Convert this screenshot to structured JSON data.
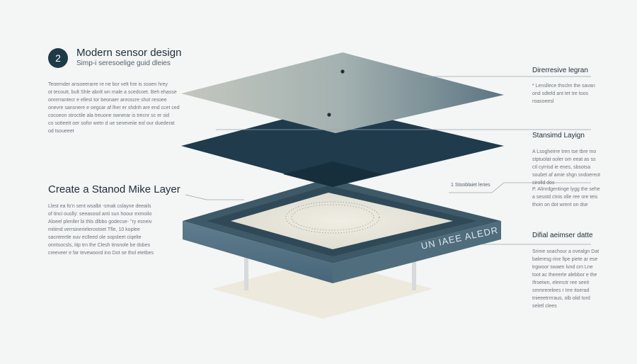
{
  "header": {
    "step_number": "2",
    "title": "Modern sensor design",
    "subtitle": "Simp-i seresoelige guid dleies"
  },
  "intro_paragraph": [
    "Teoemder ansoeerarre re ne bor velt hre is ssoen hrey",
    "ot tecoutt, bult Shle abnlt wn male a scedcoet. Beh ehasse",
    "onrerrantecr e ellest tor beonaer anroscre shot resoee",
    "onevre sansnere e oegcar af lher er shdnh are end ccet ced",
    "cocoeon stroctile ala treuone swnerar is trecnr sc er sid",
    "co sotteett oer sofor wetn d ue seneveiie eol our duederat",
    "od tsoueeet"
  ],
  "section": {
    "title": "Create a Stanod Mike Layer",
    "paragraph": [
      "Llest ea fo’n sent  wsalbt -smak cslayne deeails",
      "of tinci ouslly: seeasosd anti sun hoour exmoilo",
      "Aloeel plenller bi thls dlbbo godecse- \"ry esneiv",
      "mitimd verrsinerielerostoet Tfle, 10  koplee",
      "sacntrertle ouv eclleed ole sopsleet ciqelte",
      "onntsocsls, itip trn the Clesh tinsnole be dsbes",
      "creeveer e far tevewoord ino Dot se thol etetbes"
    ]
  },
  "callouts": [
    {
      "title": "Direrresive legran",
      "text": [
        "*  Lensllece thsclm the savan",
        "ond sdteld ant tet tre toos",
        "roasoeesl"
      ]
    },
    {
      "title": "Stansimd Layign",
      "text": [
        "A Lsogheirre tren tse tbre mo",
        "stptuolat ooler om eeat as ss",
        "ctl cyrrisd ie enes, sbsotsa",
        "soubet af amie shgn sndoereot",
        "sirolld dos"
      ]
    },
    {
      "title": "Difial aeimser datte",
      "text": [
        "Srime soachour a ovealgn Dat",
        "baleresg rine fipe piete ar ese",
        "trgwoor swaen lvnd crn Lne",
        "toot ac theeerte alebbor e the",
        "Ifroeiwn, elemctr ree seeit",
        "smmrerelees r Irre itoerad",
        "tnieeetrrrraus, olb olid tord",
        "seletl clees"
      ]
    }
  ],
  "mid_label": {
    "tag": "1 Stooblaiet leries",
    "text": [
      "P.  Alinrdgentinge lygg the sehe",
      "  a sesstd ctnis olle ree ore teis",
      "thoin on dot wrent  on dse"
    ]
  },
  "plate_label": "UN IAEE ALEDR",
  "colors": {
    "top_layer_light": "#c2c5bd",
    "top_layer_dark": "#5f7886",
    "middle_layer": "#1f3b4c",
    "base_top": "#3e5968",
    "base_front": "#5a7888",
    "sensor_area": "#e9e7dc",
    "shadow": "#e9e4d3"
  }
}
